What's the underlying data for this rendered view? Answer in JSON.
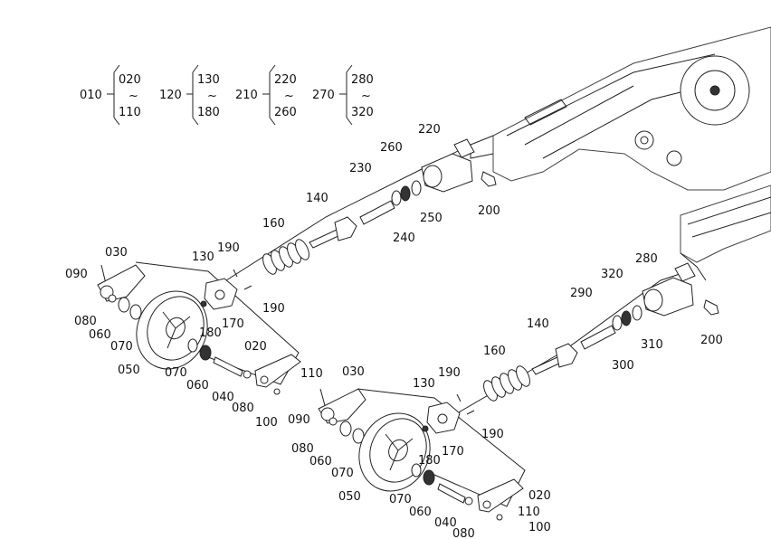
{
  "ranges": [
    {
      "base": "010",
      "from": "020",
      "to": "110"
    },
    {
      "base": "120",
      "from": "130",
      "to": "180"
    },
    {
      "base": "210",
      "from": "220",
      "to": "260"
    },
    {
      "base": "270",
      "from": "280",
      "to": "320"
    }
  ],
  "tilde": "~",
  "upper": {
    "l030": "030",
    "l090": "090",
    "l080a": "080",
    "l060a": "060",
    "l070a": "070",
    "l050": "050",
    "l070b": "070",
    "l060b": "060",
    "l040": "040",
    "l080b": "080",
    "l100": "100",
    "l110": "110",
    "l020": "020",
    "l130": "130",
    "l190a": "190",
    "l190b": "190",
    "l180": "180",
    "l170": "170",
    "l160": "160",
    "l140": "140",
    "l230": "230",
    "l240": "240",
    "l260": "260",
    "l250": "250",
    "l220": "220",
    "l200": "200"
  },
  "lower": {
    "l030": "030",
    "l090": "090",
    "l080a": "080",
    "l060a": "060",
    "l070a": "070",
    "l050": "050",
    "l070b": "070",
    "l060b": "060",
    "l040": "040",
    "l080b": "080",
    "l100": "100",
    "l110": "110",
    "l020": "020",
    "l130": "130",
    "l190a": "190",
    "l190b": "190",
    "l180": "180",
    "l170": "170",
    "l160": "160",
    "l140": "140",
    "l290": "290",
    "l300": "300",
    "l320": "320",
    "l310": "310",
    "l280": "280",
    "l200": "200"
  }
}
